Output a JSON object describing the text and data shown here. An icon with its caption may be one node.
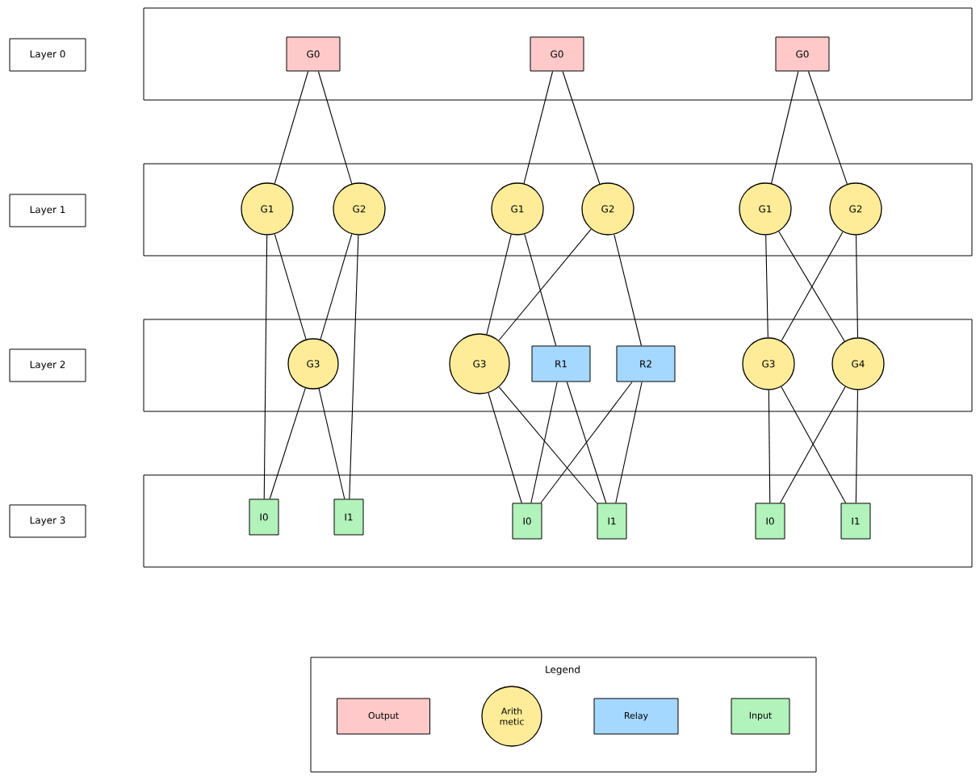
{
  "diagram": {
    "nodes": [
      {
        "text": [
          "Layer 0"
        ]
      },
      {
        "text": [],
        "shape": "box"
      },
      {
        "text": [
          "G0"
        ],
        "in": 1
      },
      {
        "text": [
          "G0"
        ],
        "in": 1
      },
      {
        "text": [
          "G0"
        ],
        "in": 1
      },
      {
        "text": [
          "Layer 1"
        ]
      },
      {
        "text": [],
        "shape": "box"
      },
      {
        "text": [
          "G1"
        ],
        "in": 6
      },
      {
        "text": [
          "G2"
        ],
        "in": 6
      },
      {
        "text": [
          "G1"
        ],
        "in": 6
      },
      {
        "text": [
          "G2"
        ],
        "in": 6
      },
      {
        "text": [
          "G1"
        ],
        "in": 6
      },
      {
        "text": [
          "G2"
        ],
        "in": 6
      },
      {
        "text": [
          "Layer 2"
        ]
      },
      {
        "text": [],
        "shape": "box"
      },
      {
        "text": [
          "G3"
        ],
        "in": 14
      },
      {
        "text": [
          "G3"
        ],
        "in": 14
      },
      {
        "text": [
          "R1"
        ],
        "in": 14
      },
      {
        "text": [
          "R2"
        ],
        "in": 14
      },
      {
        "text": [
          "G3"
        ],
        "in": 14
      },
      {
        "text": [
          "G4"
        ],
        "in": 14
      },
      {
        "text": [
          "Layer 3"
        ]
      },
      {
        "text": [],
        "shape": "box"
      },
      {
        "text": [
          "I0"
        ],
        "in": 22
      },
      {
        "text": [
          "I1"
        ],
        "in": 22
      },
      {
        "text": [
          "I0"
        ],
        "in": 22
      },
      {
        "text": [
          "I1"
        ],
        "in": 22
      },
      {
        "text": [
          "I0"
        ],
        "in": 22
      },
      {
        "text": [
          "I1"
        ],
        "in": 22
      }
    ],
    "edges": [
      {
        "from": 2,
        "to": 7,
        "arrow": "none"
      },
      {
        "from": 2,
        "to": 8,
        "arrow": "none"
      },
      {
        "from": 7,
        "to": 15,
        "arrow": "none"
      },
      {
        "from": 8,
        "to": 15,
        "arrow": "none"
      },
      {
        "from": 7,
        "to": 23,
        "arrow": "none"
      },
      {
        "from": 8,
        "to": 24,
        "arrow": "none"
      },
      {
        "from": 15,
        "to": 23,
        "arrow": "none"
      },
      {
        "from": 15,
        "to": 24,
        "arrow": "none"
      },
      {
        "from": 3,
        "to": 9,
        "arrow": "none"
      },
      {
        "from": 3,
        "to": 10,
        "arrow": "none"
      },
      {
        "from": 9,
        "to": 16,
        "arrow": "none"
      },
      {
        "from": 9,
        "to": 17,
        "arrow": "none"
      },
      {
        "from": 10,
        "to": 16,
        "arrow": "none"
      },
      {
        "from": 10,
        "to": 18,
        "arrow": "none"
      },
      {
        "from": 16,
        "to": 25,
        "arrow": "none"
      },
      {
        "from": 16,
        "to": 26,
        "arrow": "none"
      },
      {
        "from": 17,
        "to": 25,
        "arrow": "none"
      },
      {
        "from": 17,
        "to": 26,
        "arrow": "none"
      },
      {
        "from": 18,
        "to": 25,
        "arrow": "none"
      },
      {
        "from": 18,
        "to": 26,
        "arrow": "none"
      },
      {
        "from": 4,
        "to": 11,
        "arrow": "none"
      },
      {
        "from": 4,
        "to": 12,
        "arrow": "none"
      },
      {
        "from": 11,
        "to": 19,
        "arrow": "none"
      },
      {
        "from": 11,
        "to": 20,
        "arrow": "none"
      },
      {
        "from": 12,
        "to": 19,
        "arrow": "none"
      },
      {
        "from": 12,
        "to": 20,
        "arrow": "none"
      },
      {
        "from": 19,
        "to": 27,
        "arrow": "none"
      },
      {
        "from": 19,
        "to": 28,
        "arrow": "none"
      },
      {
        "from": 20,
        "to": 27,
        "arrow": "none"
      },
      {
        "from": 20,
        "to": 28,
        "arrow": "none"
      }
    ],
    "labels": [
      "Legend"
    ],
    "legend": [
      {
        "text": "Output",
        "color": "#ffc9c9"
      },
      {
        "text": "Arith metic",
        "color": "#ffec99"
      },
      {
        "text": "Relay",
        "color": "#a5d8ff"
      },
      {
        "text": "Input",
        "color": "#b2f2bb"
      }
    ]
  }
}
